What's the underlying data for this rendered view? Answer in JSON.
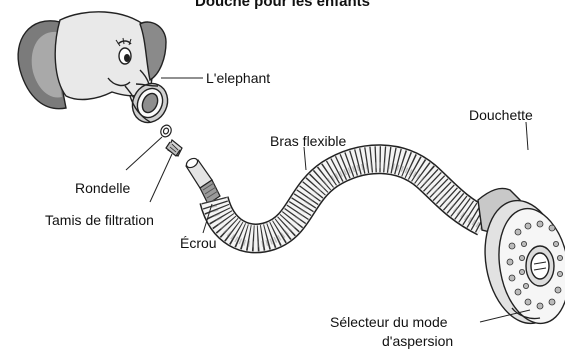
{
  "title": "Douche pour les enfants",
  "labels": {
    "elephant": "L'elephant",
    "douchette": "Douchette",
    "bras": "Bras flexible",
    "rondelle": "Rondelle",
    "tamis": "Tamis de filtration",
    "ecrou": "Écrou",
    "selecteur_line1": "Sélecteur du mode",
    "selecteur_line2": "d'aspersion"
  }
}
